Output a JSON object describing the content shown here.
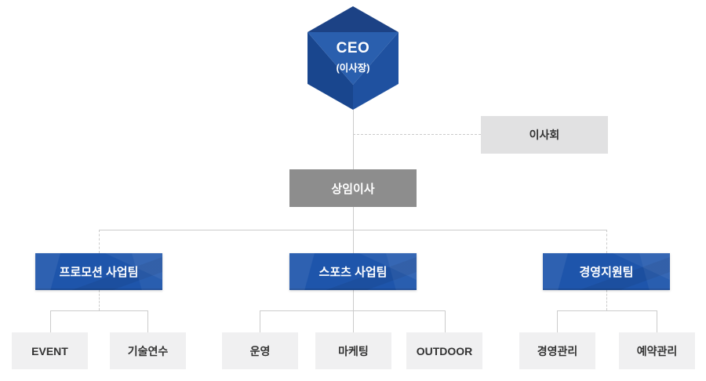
{
  "colors": {
    "primary_blue": "#1e55ab",
    "hex_top": "#1c4285",
    "hex_face": "#2a5fae",
    "hex_left": "#19468e",
    "hex_right": "#1f51a0",
    "gray_box": "#8d8d8d",
    "light_box": "#e1e1e2",
    "lighter_box": "#f0f0f1",
    "line": "#cbcbcb",
    "text_dark": "#333333"
  },
  "org": {
    "ceo": {
      "title": "CEO",
      "subtitle": "(이사장)"
    },
    "board": {
      "label": "이사회"
    },
    "executive": {
      "label": "상임이사"
    },
    "departments": [
      {
        "label": "프로모션 사업팀",
        "teams": [
          "EVENT",
          "기술연수"
        ]
      },
      {
        "label": "스포츠 사업팀",
        "teams": [
          "운영",
          "마케팅",
          "OUTDOOR"
        ]
      },
      {
        "label": "경영지원팀",
        "teams": [
          "경영관리",
          "예약관리"
        ]
      }
    ]
  }
}
